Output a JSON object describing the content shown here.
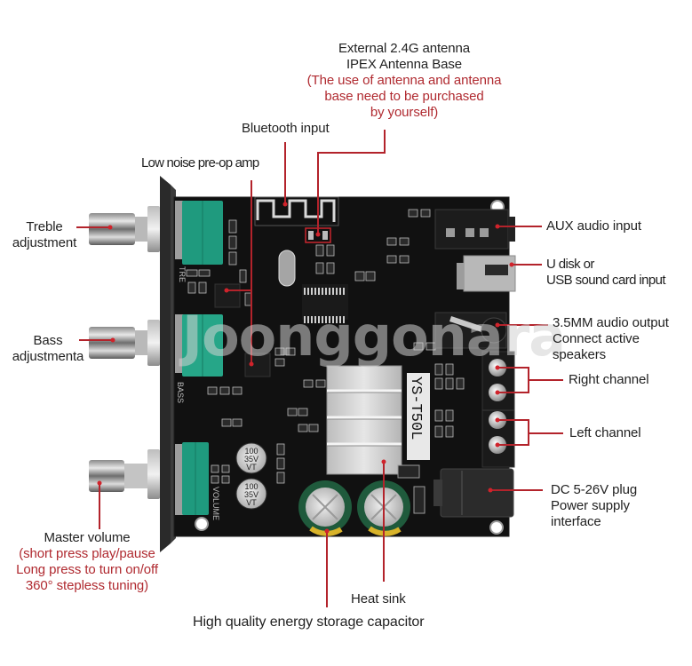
{
  "board": {
    "model_marking": "YS-T50L",
    "silkscreen": {
      "treble": "TRE",
      "bass": "BASS",
      "volume": "VOLUME"
    },
    "small_capacitor_marking": [
      "100",
      "35V",
      "VT"
    ],
    "watermark": "Joonggonara"
  },
  "colors": {
    "label_text": "#222222",
    "note_text": "#b02a30",
    "leader_line": "#b3232b",
    "pcb": "#111111",
    "potentiometer": "#1f9a7e",
    "heatsink": "#c9c9c9"
  },
  "callouts": {
    "antenna": {
      "title_lines": [
        "External 2.4G antenna",
        "IPEX Antenna Base"
      ],
      "note_lines": [
        "(The use of antenna and antenna",
        "base need to be purchased",
        "by yourself)"
      ]
    },
    "bluetooth": {
      "lines": [
        "Bluetooth input"
      ]
    },
    "preamp": {
      "lines": [
        "Low noise pre-op amp"
      ]
    },
    "treble": {
      "lines": [
        "Treble",
        "adjustment"
      ]
    },
    "bass": {
      "lines": [
        "Bass",
        "adjustmenta"
      ]
    },
    "master_volume": {
      "title_lines": [
        "Master volume"
      ],
      "note_lines": [
        "(short press play/pause",
        "Long press to turn on/off",
        "360° stepless tuning)"
      ]
    },
    "aux": {
      "lines": [
        "AUX audio input"
      ]
    },
    "usb": {
      "lines": [
        "U disk or",
        "USB sound card input"
      ]
    },
    "audio_out": {
      "lines": [
        "3.5MM audio output",
        "Connect active",
        "speakers"
      ]
    },
    "right_channel": {
      "lines": [
        "Right channel"
      ]
    },
    "left_channel": {
      "lines": [
        "Left channel"
      ]
    },
    "dc_power": {
      "lines": [
        "DC 5-26V plug",
        "Power supply",
        "interface"
      ]
    },
    "heat_sink": {
      "lines": [
        "Heat sink"
      ]
    },
    "capacitor": {
      "lines": [
        "High quality energy storage capacitor"
      ]
    }
  }
}
